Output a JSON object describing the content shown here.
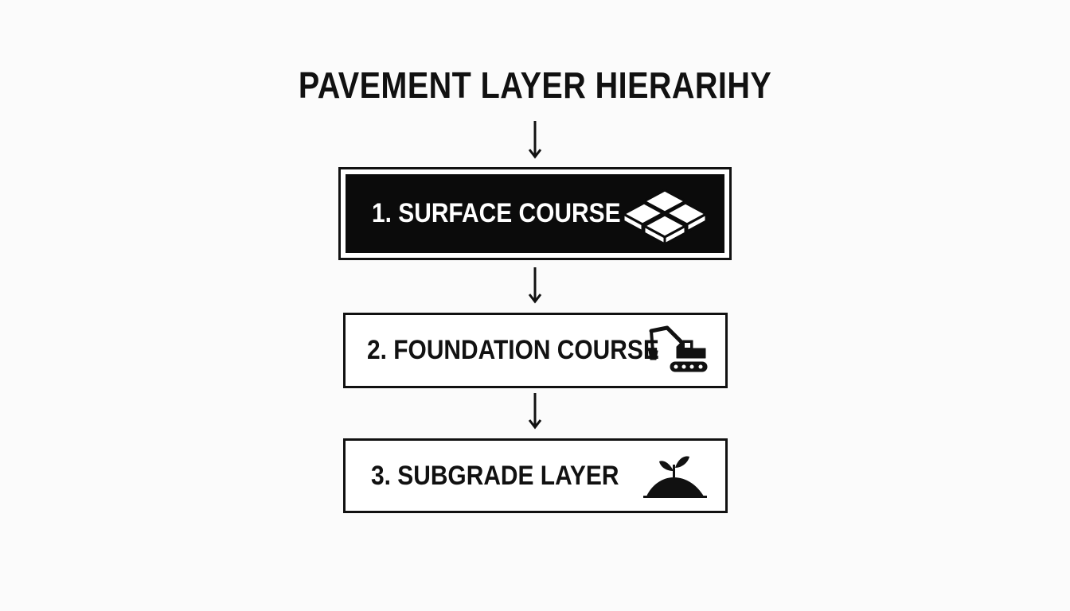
{
  "diagram": {
    "title": "PAVEMENT LAYER HIERARIHY",
    "layers": [
      {
        "label": "1. SURFACE COURSE",
        "icon": "paving-tiles-icon"
      },
      {
        "label": "2. FOUNDATION COURSE",
        "icon": "excavator-icon"
      },
      {
        "label": "3. SUBGRADE LAYER",
        "icon": "soil-sprout-icon"
      }
    ]
  },
  "colors": {
    "ink": "#111111",
    "highlight_fill": "#0b0b0b",
    "background": "#fbfbfb"
  }
}
